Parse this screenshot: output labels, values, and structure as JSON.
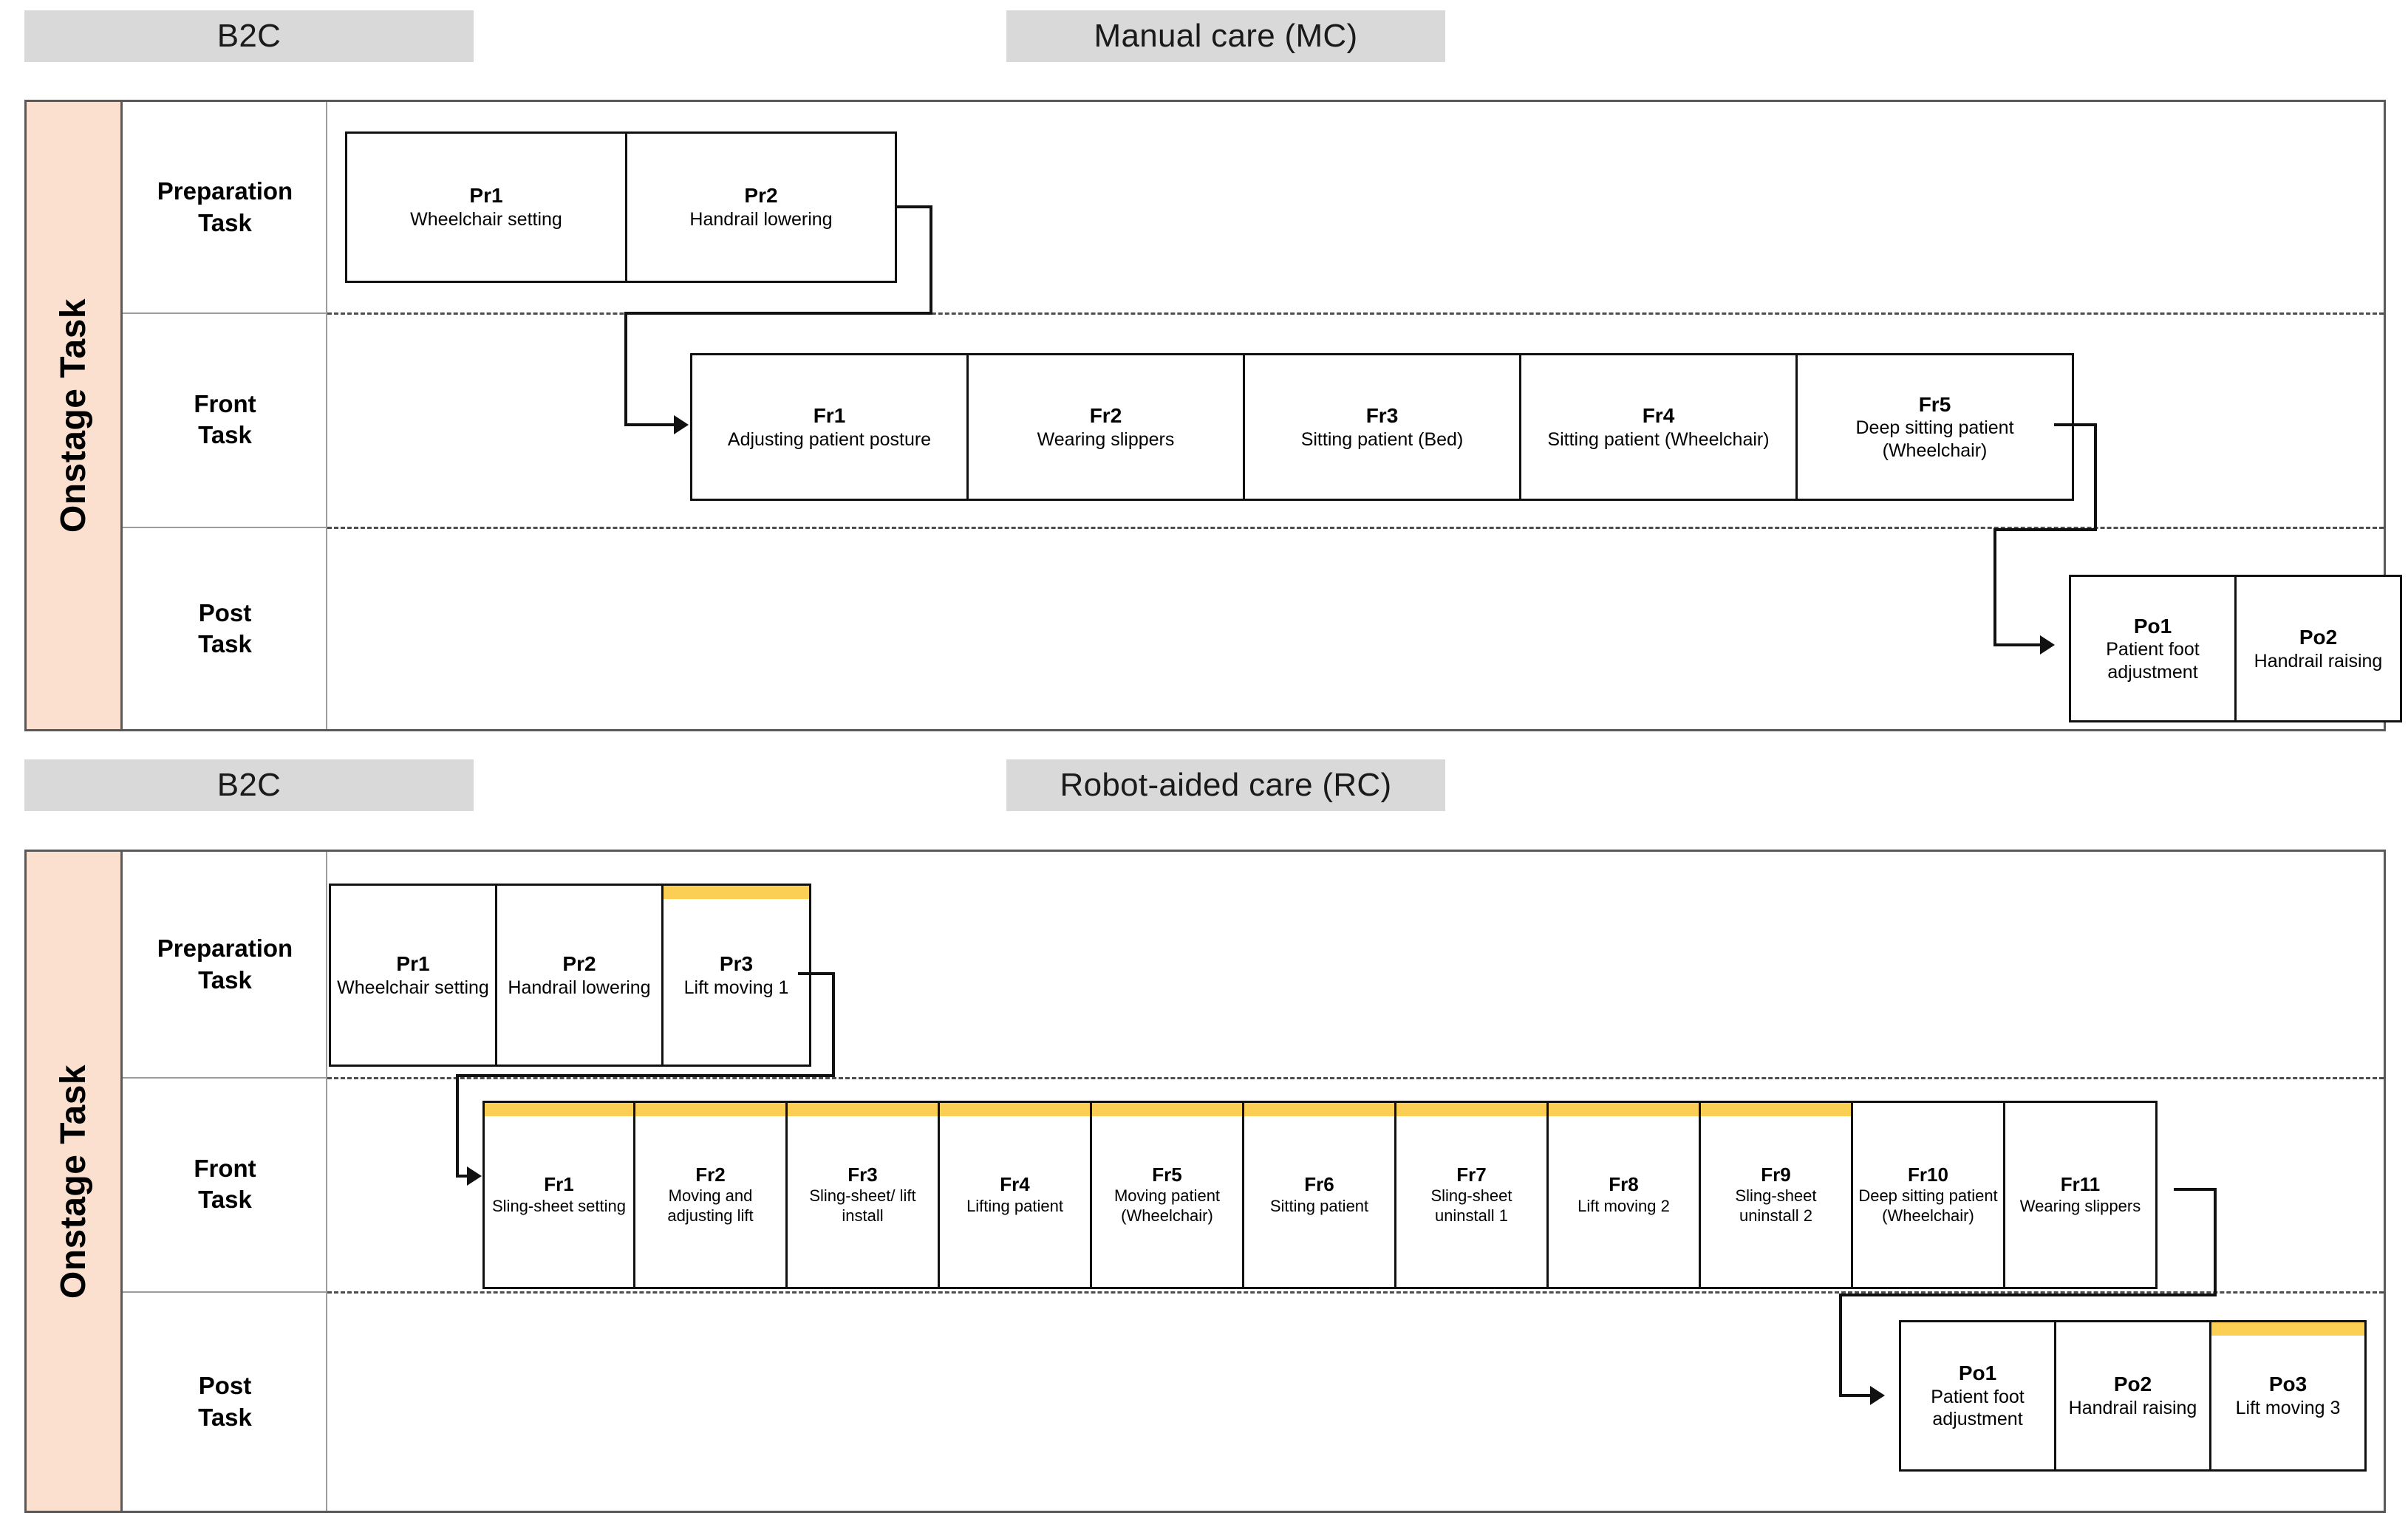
{
  "colors": {
    "chip_bg": "#d9d9d9",
    "lane_bg": "#fbe0cf",
    "highlight": "#fbcf54",
    "box_border": "#111111",
    "frame_border": "#595959"
  },
  "sections": [
    {
      "id": "manual-care",
      "b2c_label": "B2C",
      "title": "Manual care (MC)",
      "lane_label": "Onstage Task",
      "rows": [
        {
          "id": "preparation",
          "label": "Preparation\nTask",
          "label_line1": "Preparation",
          "label_line2": "Task",
          "tasks": [
            {
              "code": "Pr1",
              "desc": "Wheelchair setting",
              "highlight": false
            },
            {
              "code": "Pr2",
              "desc": "Handrail lowering",
              "highlight": false
            }
          ]
        },
        {
          "id": "front",
          "label_line1": "Front",
          "label_line2": "Task",
          "tasks": [
            {
              "code": "Fr1",
              "desc": "Adjusting patient posture",
              "highlight": false
            },
            {
              "code": "Fr2",
              "desc": "Wearing slippers",
              "highlight": false
            },
            {
              "code": "Fr3",
              "desc": "Sitting patient (Bed)",
              "highlight": false
            },
            {
              "code": "Fr4",
              "desc": "Sitting patient (Wheelchair)",
              "highlight": false
            },
            {
              "code": "Fr5",
              "desc": "Deep sitting patient (Wheelchair)",
              "highlight": false
            }
          ]
        },
        {
          "id": "post",
          "label_line1": "Post",
          "label_line2": "Task",
          "tasks": [
            {
              "code": "Po1",
              "desc": "Patient foot adjustment",
              "highlight": false
            },
            {
              "code": "Po2",
              "desc": "Handrail raising",
              "highlight": false
            }
          ]
        }
      ]
    },
    {
      "id": "robot-aided-care",
      "b2c_label": "B2C",
      "title": "Robot-aided care (RC)",
      "lane_label": "Onstage Task",
      "rows": [
        {
          "id": "preparation",
          "label_line1": "Preparation",
          "label_line2": "Task",
          "tasks": [
            {
              "code": "Pr1",
              "desc": "Wheelchair setting",
              "highlight": false
            },
            {
              "code": "Pr2",
              "desc": "Handrail lowering",
              "highlight": false
            },
            {
              "code": "Pr3",
              "desc": "Lift moving 1",
              "highlight": true
            }
          ]
        },
        {
          "id": "front",
          "label_line1": "Front",
          "label_line2": "Task",
          "tasks": [
            {
              "code": "Fr1",
              "desc": "Sling-sheet setting",
              "highlight": true
            },
            {
              "code": "Fr2",
              "desc": "Moving and adjusting lift",
              "highlight": true
            },
            {
              "code": "Fr3",
              "desc": "Sling-sheet/ lift install",
              "highlight": true
            },
            {
              "code": "Fr4",
              "desc": "Lifting patient",
              "highlight": true
            },
            {
              "code": "Fr5",
              "desc": "Moving patient (Wheelchair)",
              "highlight": true
            },
            {
              "code": "Fr6",
              "desc": "Sitting patient",
              "highlight": true
            },
            {
              "code": "Fr7",
              "desc": "Sling-sheet uninstall 1",
              "highlight": true
            },
            {
              "code": "Fr8",
              "desc": "Lift moving 2",
              "highlight": true
            },
            {
              "code": "Fr9",
              "desc": "Sling-sheet uninstall 2",
              "highlight": true
            },
            {
              "code": "Fr10",
              "desc": "Deep sitting patient (Wheelchair)",
              "highlight": false
            },
            {
              "code": "Fr11",
              "desc": "Wearing slippers",
              "highlight": false
            }
          ]
        },
        {
          "id": "post",
          "label_line1": "Post",
          "label_line2": "Task",
          "tasks": [
            {
              "code": "Po1",
              "desc": "Patient foot adjustment",
              "highlight": false
            },
            {
              "code": "Po2",
              "desc": "Handrail raising",
              "highlight": false
            },
            {
              "code": "Po3",
              "desc": "Lift moving 3",
              "highlight": true
            }
          ]
        }
      ]
    }
  ]
}
